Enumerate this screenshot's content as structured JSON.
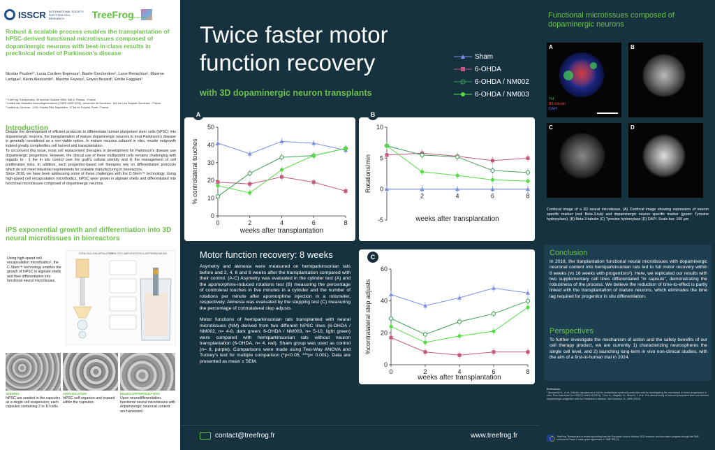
{
  "logos": {
    "isscr": "ISSCR",
    "isscr_sub": "INTERNATIONAL SOCIETY FOR STEM CELL RESEARCH",
    "treefrog": "TreeFrog",
    "treefrog_sub": "therapeutics"
  },
  "left": {
    "title": "Robust & scalable process enables the transplantation of hPSC-derived functional microtissues composed of dopaminergic neurons with best-in-class results in preclinical model of Parkinson's disease",
    "authors": "Nicolas Prudon¹², Lucia Cordero Espinoza¹, Basile Gurchenkov¹, Lucie Remichius¹, Maxime Lartigue¹, Kévin Alessandri¹, Maxime Feyeux¹, Erwan Bezard², Emilie Faggiani¹",
    "affil": [
      "¹ TreeFrog Therapeutics, 30 avenue Gustave Eiffel, Bât A, Pessac - France",
      "² Institut des Maladies Neurodégénératives (CNRS UMR 5293), Université de Bordeaux, 146 rue Léo Saignat, Bordeaux - France",
      "³ Institut du Cerveau – ICM, Hôpital Pitié Salpêtrière, 47 bd de l'hôpital, Paris - France"
    ],
    "intro_heading": "Introduction",
    "intro": [
      "Despite the development of efficient protocols to differentiate human pluripotent stem cells (hPSC) into dopaminergic neurons, the transplantation of mature dopaminergic neurons to treat Parkinson's disease is generally considered as a non-viable option. In mature neurons cultured in vitro, neurite outgrowth indeed greatly complexifies cell harvest and transplantation.",
      "To circumvent this issue, most cell replacement therapies in development for Parkinson's disease use dopaminergic progenitors. However, the clinical use of these multipotent cells remains challenging with regards to : i) the in situ control over the graft's cellular identity and ii) the management of cell proliferation risks. In addition, such progenitor-based cell therapies rely on differentiation protocols which do not meet industrial requirements for scalable manufacturing in bioreactors.",
      "Since 2018, we have been addressing some of these challenges with the C-Stem™ technology. Using high-speed cell encapsulation microfluidics, hiPSC were grown in alginate shells and differentiated into functional microtissues composed of dopaminergic neurons."
    ],
    "ips_heading": "iPS exponential growth and differentiation into 3D neural microtissues in bioreactors",
    "ips_text": "Using high-speed cell encapsulation microfluidics¹, the C-Stem™ technology enables the growth of hiPSC in alginate shells and their differentiation into functional neural microtissues.",
    "figure_labels": [
      "STEM CELL ENCAPSULATION",
      "STEM CELL AMPLIFICATION & DIFFERENTIATION"
    ],
    "captions": [
      {
        "heading": "SEEDING",
        "text": "hiPSC are seeded in the capsules as a single cell suspension, each capsules containing 2 to 10 cells."
      },
      {
        "heading": "AMPLIFICATION",
        "text": "hiPSC self-organize and expand within the capsules."
      },
      {
        "heading": "NEURO-DIFFERENTIATION",
        "text": "Upon neurodifferentiation, functional neural microtissues with dopaminergic neuronal content are harvested."
      }
    ]
  },
  "middle": {
    "title_line1": "Twice faster motor",
    "title_line2": "function recovery",
    "subtitle": "with 3D dopaminergic neuron transplants",
    "legend": [
      "Sham",
      "6-OHDA",
      "6-OHDA / NM002",
      "6-OHDA / NM003"
    ],
    "motor_heading": "Motor function recovery: 8 weeks",
    "motor_text": [
      "Asymetry and akinesia were measured on hemiparkinsonian rats before and 2, 4, 6 and 8 weeks after the transplantation compared with their control. (A-C) Asymetry was evaluated in the cylinder test (A) and the apomorphine-induced rotations test (B) measuring the percentage of controleral touches in five minutes in a cylinder and the number of rotations per minute after apomorphine injection in a rotometer, respectively. Akinesia was evaluated by the stepping test (C) measuring the percentage of contralateral step adjusts.",
      "Motor functions of hemiparkinsonian rats transplanted with neural microtissues (NM) derived from two different hiPSC lines (6-OHDA / NM002, n= 4-8, dark green; 6-OHDA / NM003, n= 5-10, light green) were compared with hemiparkinsonian rats without neuron transplantation (6-OHDA, n= 4, red). Sham group was used as control (n= 8, purple). Comparisons were made using Two-Way ANOVA and Tuckey's test for multiple comparison (*p<0.05, ***p< 0.001). Data are presented as mean ± SEM."
    ],
    "email": "contact@treefrog.fr",
    "website": "www.treefrog.fr"
  },
  "colors": {
    "sham": "#7b8ee6",
    "ohda": "#c6577f",
    "nm002": "#3a9e52",
    "nm003": "#55dd44",
    "accent": "#6cc24a",
    "dark": "#17323f"
  },
  "chart_data": [
    {
      "type": "line",
      "panel": "A",
      "xlabel": "weeks after transplantation",
      "ylabel": "% controlateral touches",
      "x": [
        0,
        2,
        4,
        6,
        8
      ],
      "xticks": [
        0,
        2,
        4,
        6,
        8
      ],
      "yticks": [
        0,
        10,
        20,
        30,
        40,
        50
      ],
      "ylim": [
        0,
        50
      ],
      "series": [
        {
          "name": "Sham",
          "values": [
            41,
            35,
            42,
            41,
            37
          ]
        },
        {
          "name": "6-OHDA",
          "values": [
            19,
            18,
            22,
            19,
            14
          ]
        },
        {
          "name": "6-OHDA / NM002",
          "values": [
            11,
            24,
            33,
            34,
            38
          ]
        },
        {
          "name": "6-OHDA / NM003",
          "values": [
            17,
            13,
            26,
            34,
            38
          ]
        }
      ]
    },
    {
      "type": "line",
      "panel": "B",
      "xlabel": "weeks after transplantation",
      "ylabel": "Rotations/min",
      "x": [
        0,
        2,
        4,
        6,
        8
      ],
      "xticks": [
        2,
        4,
        6,
        8
      ],
      "yticks": [
        -5,
        0,
        5,
        10
      ],
      "ylim": [
        -5,
        10
      ],
      "series": [
        {
          "name": "Sham",
          "values": [
            0,
            0,
            0,
            0,
            0
          ]
        },
        {
          "name": "6-OHDA",
          "values": [
            5.5,
            5.8,
            5.3,
            4.6,
            5.0
          ]
        },
        {
          "name": "6-OHDA / NM002",
          "values": [
            7.0,
            5.5,
            5.2,
            3.0,
            2.7
          ]
        },
        {
          "name": "6-OHDA / NM003",
          "values": [
            7.0,
            2.8,
            2.2,
            1.5,
            1.3
          ]
        }
      ]
    },
    {
      "type": "line",
      "panel": "C",
      "xlabel": "weeks after transplantation",
      "ylabel": "%contralateral step adjusts",
      "x": [
        0,
        2,
        4,
        6,
        8
      ],
      "xticks": [
        0,
        2,
        4,
        6,
        8
      ],
      "yticks": [
        0,
        20,
        40,
        60
      ],
      "ylim": [
        0,
        60
      ],
      "series": [
        {
          "name": "Sham",
          "values": [
            44,
            37,
            42,
            48,
            45
          ]
        },
        {
          "name": "6-OHDA",
          "values": [
            17,
            8,
            6,
            8,
            8
          ]
        },
        {
          "name": "6-OHDA / NM002",
          "values": [
            29,
            19,
            27,
            32,
            40
          ]
        },
        {
          "name": "6-OHDA / NM003",
          "values": [
            24,
            14,
            18,
            21,
            36
          ]
        }
      ]
    }
  ],
  "right": {
    "title": "Functional microtissues composed of dopaminergic neurons",
    "panels": [
      "A",
      "B",
      "C",
      "D"
    ],
    "stains": [
      "TH",
      "B3-tubulin",
      "DAPI"
    ],
    "caption": "Confocal image of a 3D neural microtissue. (A) Confocal image showing expression of neuron specific marker (red: Beta-3-tub) and dopaminergic neuron specific marker (green: Tyrosine hydroxylase). (B) Beta-3-tubulin (C) Tyrosine hydroxylase (D) DAPI. Scale bar: 100 µm",
    "conclusion_heading": "Conclusion",
    "conclusion": "In 2018, the tranplantation functional neural microtissues with dopaminergic neuronal content into hemiparkinsonian rats led to full motor recovery within 8 weeks (vs 16 weeks with progenitors²). Here, we replicated our results with two supplementary cell lines differentiated \"in capsulo\", demonstrating the robustness of the process. We believe the reduction of time-to-effect is partly linked with the transplantation of mature neurons, which eliminates the time lag required for progenitor in situ differentiation.",
    "perspectives_heading": "Perspectives",
    "perspectives": "To further investigate the mechanism of action and the safety benefits of our cell therapy product, we are currently 1) characterizing neurospheres the single cell level, and 2) launching long-term in vivo non-clinical studies, with the aim of a first-in-human trial in 2024.",
    "references_heading": "References",
    "references": "¹ Alessandri K., et al. Cellular capsules as a tool for multicellular spheroid production and for investigating the mechanics of tumor progression in vitro. Proc Natl Acad Sci 110(37):14843-8 (2013). ² Grui D., Magistri, H., Kikuchi, T. et al. Pre-clinical study of induced pluripotent stem cell-derived dopaminergic progenitor cells for Parkinson's disease. Nat Commun 11, 2899 (2020)",
    "eu_text": "TreeFrog Therapeutics is receiving funding from the European Union's Horizon 2020 research and innovation program through the SME Instrument Phase 2 under grant agreement n° SME 959 (?)"
  }
}
